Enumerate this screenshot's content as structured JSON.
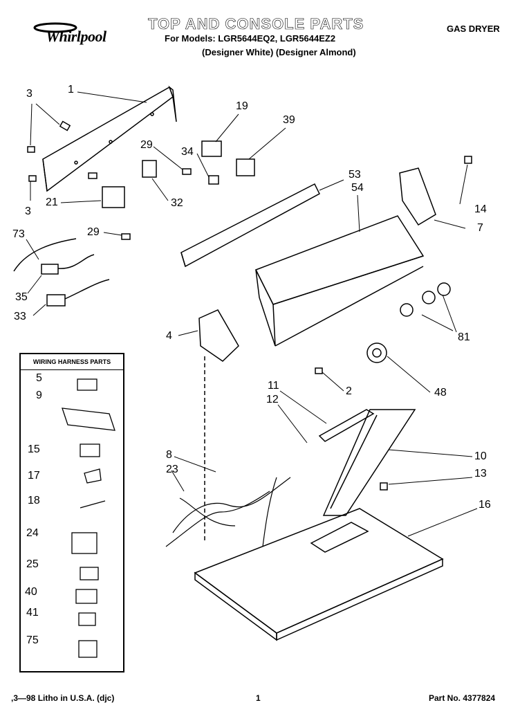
{
  "header": {
    "brand": "Whirlpool",
    "title": "TOP AND CONSOLE PARTS",
    "models": "For Models: LGR5644EQ2, LGR5644EZ2",
    "colors": "(Designer White)  (Designer Almond)",
    "appliance_type": "GAS DRYER"
  },
  "wiring_box": {
    "title": "WIRING HARNESS PARTS"
  },
  "callouts": {
    "c1": "1",
    "c2": "2",
    "c3a": "3",
    "c3b": "3",
    "c4": "4",
    "c5": "5",
    "c7": "7",
    "c8": "8",
    "c9": "9",
    "c10": "10",
    "c11": "11",
    "c12": "12",
    "c13": "13",
    "c14": "14",
    "c15": "15",
    "c16": "16",
    "c17": "17",
    "c18": "18",
    "c19": "19",
    "c21": "21",
    "c23": "23",
    "c24": "24",
    "c25": "25",
    "c29a": "29",
    "c29b": "29",
    "c32": "32",
    "c33": "33",
    "c34": "34",
    "c35": "35",
    "c39": "39",
    "c40": "40",
    "c41": "41",
    "c48": "48",
    "c53": "53",
    "c54": "54",
    "c73": "73",
    "c75": "75",
    "c81": "81"
  },
  "footer": {
    "litho": ",3—98 Litho in U.S.A. (djc)",
    "page": "1",
    "part_no": "Part No. 4377824"
  }
}
